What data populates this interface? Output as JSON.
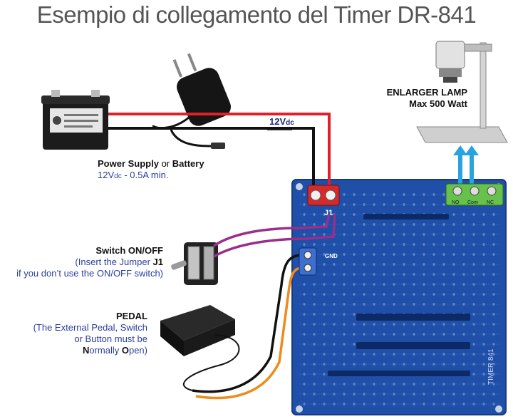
{
  "title": "Esempio di collegamento del Timer DR-841",
  "power_line_label": {
    "main": "12V",
    "sub": "dc"
  },
  "power_supply": {
    "name_bold1": "Power Supply",
    "joiner": " or ",
    "name_bold2": "Battery",
    "spec_v": "12V",
    "spec_sub": "dc",
    "spec_rest": " - 0.5A min."
  },
  "enlarger": {
    "line1": "ENLARGER LAMP",
    "line2": "Max 500 Watt"
  },
  "switch": {
    "heading": "Switch ON/OFF",
    "line1": "(Insert the Jumper ",
    "jumper": "J1",
    "line2": "if you don’t use the ON/OFF switch)"
  },
  "pedal": {
    "heading": "PEDAL",
    "line1": "(The External Pedal, Switch",
    "line2": "or Button must be",
    "n": "N",
    "normally_rest": "ormally ",
    "o": "O",
    "open_rest": "pen)"
  },
  "board": {
    "j1_label": "J1",
    "gnd_label": "GND",
    "relay_terminals": [
      "NO",
      "Com",
      "NC"
    ],
    "board_text": "TIMER 841"
  },
  "colors": {
    "wire_red": "#e0202a",
    "wire_black": "#111111",
    "wire_purple": "#9a2f8a",
    "wire_orange": "#f08a1c",
    "pcb": "#1f4fa8",
    "arrow": "#29a3e0",
    "label_blue": "#2b3f9e"
  }
}
